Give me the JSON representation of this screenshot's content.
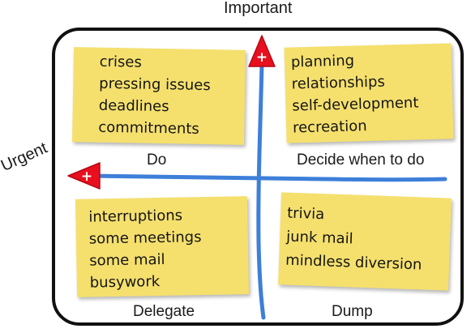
{
  "axes": {
    "vertical_title": "Important",
    "horizontal_title": "Urgent",
    "arrow_marker": "+"
  },
  "quadrants": [
    {
      "label": "Do",
      "items": [
        "crises",
        "pressing issues",
        "deadlines",
        "commitments"
      ]
    },
    {
      "label": "Decide when to do",
      "items": [
        "planning",
        "relationships",
        "self-development",
        "recreation"
      ]
    },
    {
      "label": "Delegate",
      "items": [
        "interruptions",
        "some meetings",
        "some mail",
        "busywork"
      ]
    },
    {
      "label": "Dump",
      "items": [
        "trivia",
        "junk mail",
        "mindless diversion"
      ]
    }
  ],
  "colors": {
    "note": "#f5e06e",
    "arrow": "#e8101e",
    "axis_line": "#3d7fd9",
    "frame": "#111111"
  }
}
